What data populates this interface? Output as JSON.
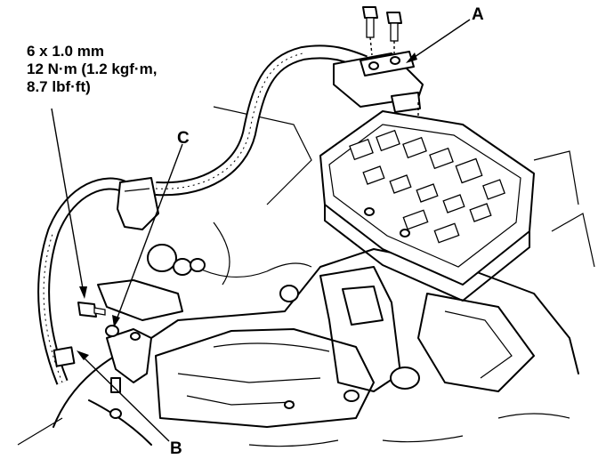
{
  "spec": {
    "line1": "6 x 1.0 mm",
    "line2": "12 N·m (1.2 kgf·m,",
    "line3": "8.7 lbf·ft)"
  },
  "callouts": {
    "a": "A",
    "b": "B",
    "c": "C"
  }
}
